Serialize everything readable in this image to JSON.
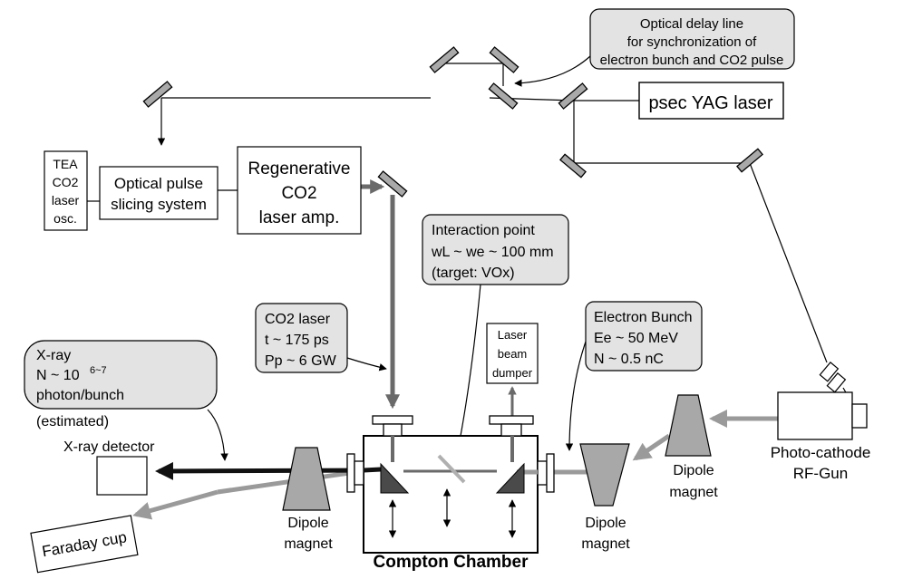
{
  "callouts": {
    "delay_line": [
      "Optical delay line",
      "for synchronization of",
      "electron bunch and CO2 pulse"
    ],
    "interaction_point": [
      "Interaction point",
      "wL ~ we ~ 100 mm",
      "(target: VOx)"
    ],
    "co2_laser": [
      "CO2 laser",
      "t ~ 175 ps",
      "Pp ~ 6 GW"
    ],
    "electron_bunch": [
      "Electron Bunch",
      "Ee ~ 50 MeV",
      "N ~ 0.5 nC"
    ],
    "xray": [
      "X-ray",
      "N ~ 10",
      "6~7",
      "photon/bunch",
      "(estimated)"
    ]
  },
  "boxes": {
    "yag": "psec YAG laser",
    "tea": [
      "TEA",
      "CO2",
      "laser",
      "osc."
    ],
    "slicing": [
      "Optical pulse",
      "slicing system"
    ],
    "regen": [
      "Regenerative",
      "CO2",
      "laser amp."
    ],
    "dumper": [
      "Laser",
      "beam",
      "dumper"
    ],
    "xray_detector": "X-ray detector",
    "faraday": "Faraday cup"
  },
  "labels": {
    "photocathode": [
      "Photo-cathode",
      "RF-Gun"
    ],
    "dipole": [
      "Dipole",
      "magnet"
    ],
    "compton": "Compton Chamber"
  },
  "colors": {
    "callout_fill": "#e3e3e3",
    "beam_gray": "#9a9a9a",
    "magnet_gray": "#a8a8a8",
    "co2_beam": "#6a6a6a"
  }
}
